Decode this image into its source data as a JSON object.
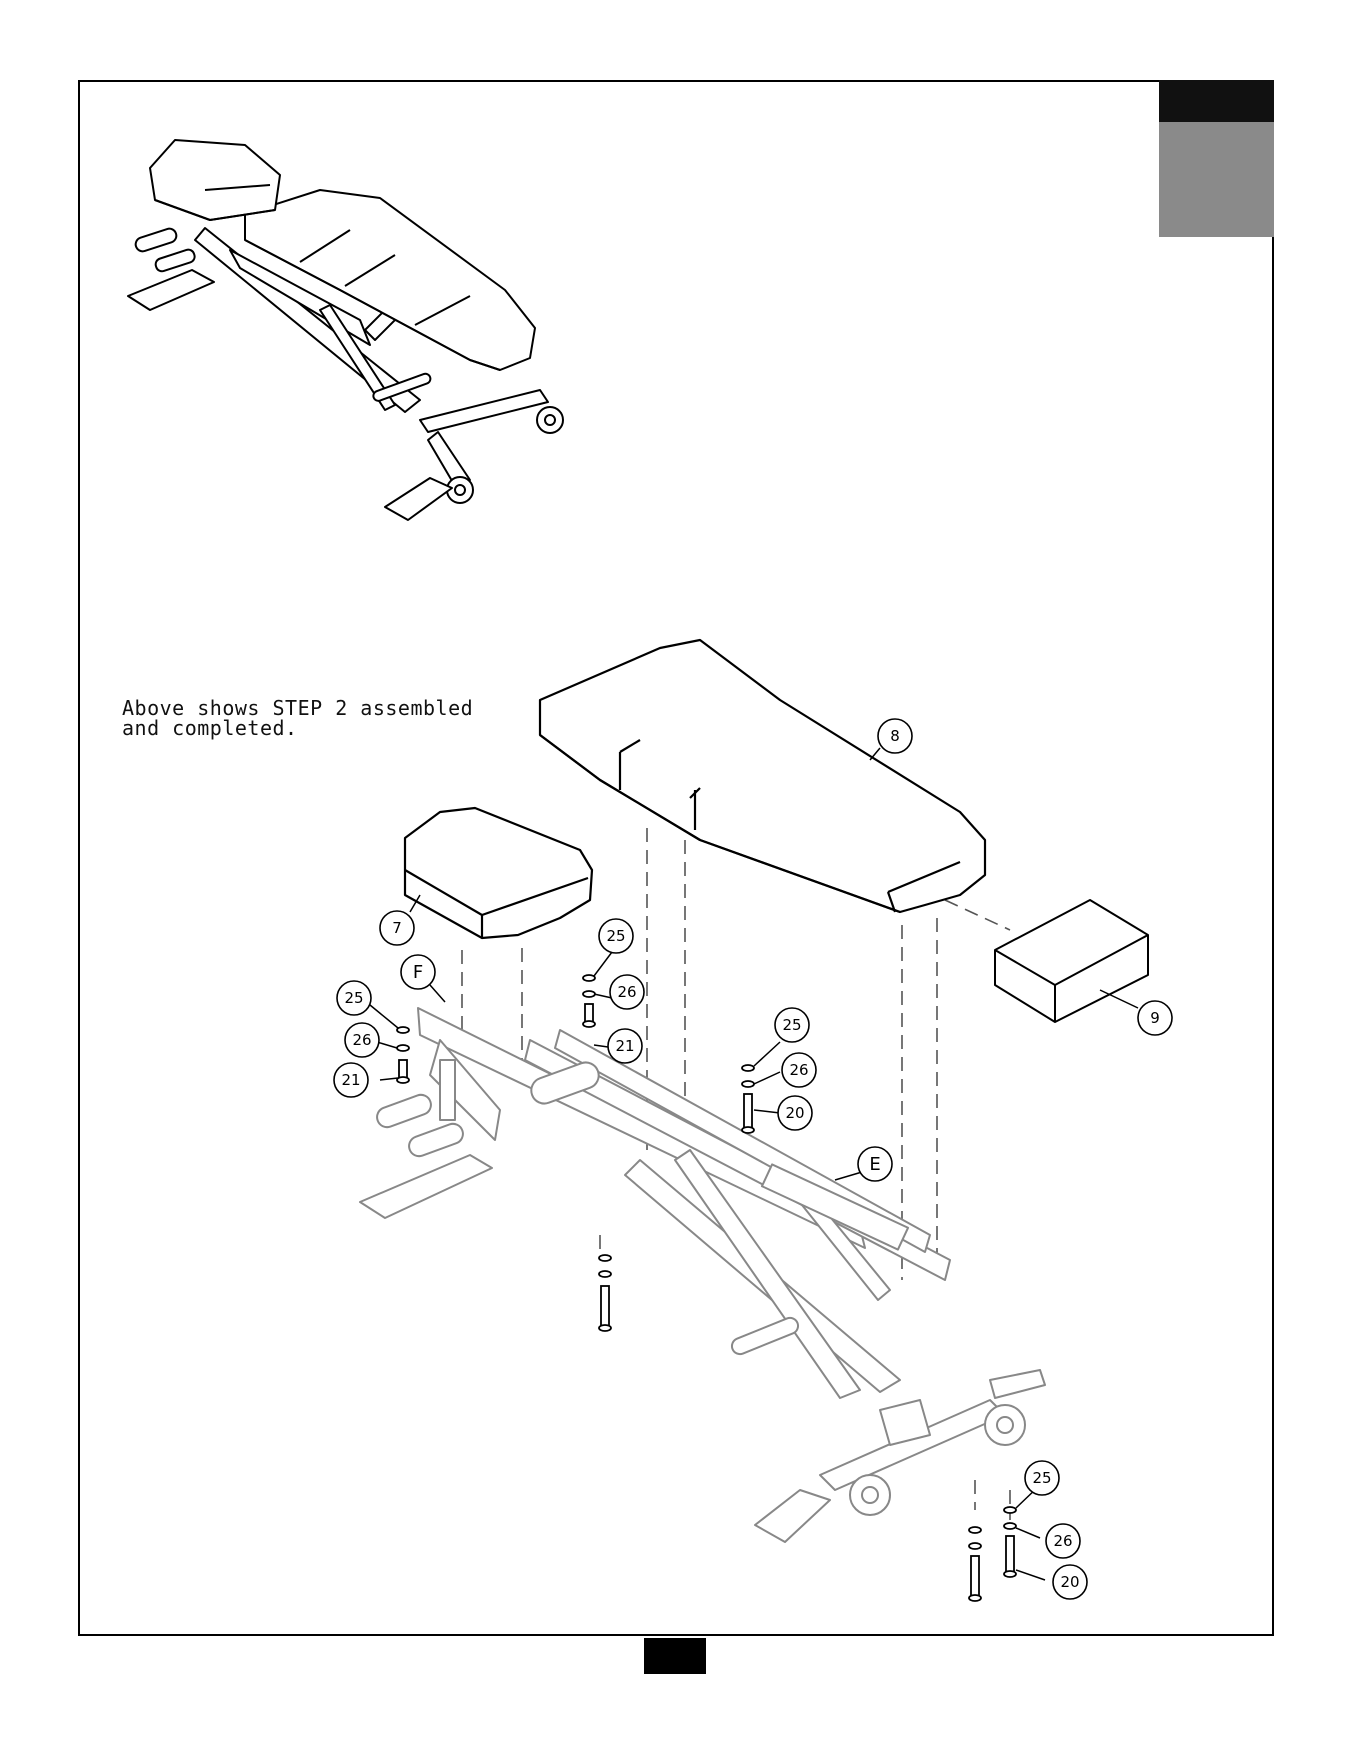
{
  "caption": {
    "line1": "Above shows STEP 2 assembled",
    "line2": "and completed."
  },
  "callouts": {
    "c8": "8",
    "c7": "7",
    "c9": "9",
    "cF": "F",
    "cE": "E",
    "c25a": "25",
    "c26a": "26",
    "c21a": "21",
    "c25b": "25",
    "c26b": "26",
    "c21b": "21",
    "c25c": "25",
    "c26c": "26",
    "c20c": "20",
    "c25d": "25",
    "c26d": "26",
    "c20d": "20"
  },
  "icons": {
    "assembled-bench": "assembled-bench-illustration",
    "exploded-view": "exploded-bench-diagram"
  }
}
